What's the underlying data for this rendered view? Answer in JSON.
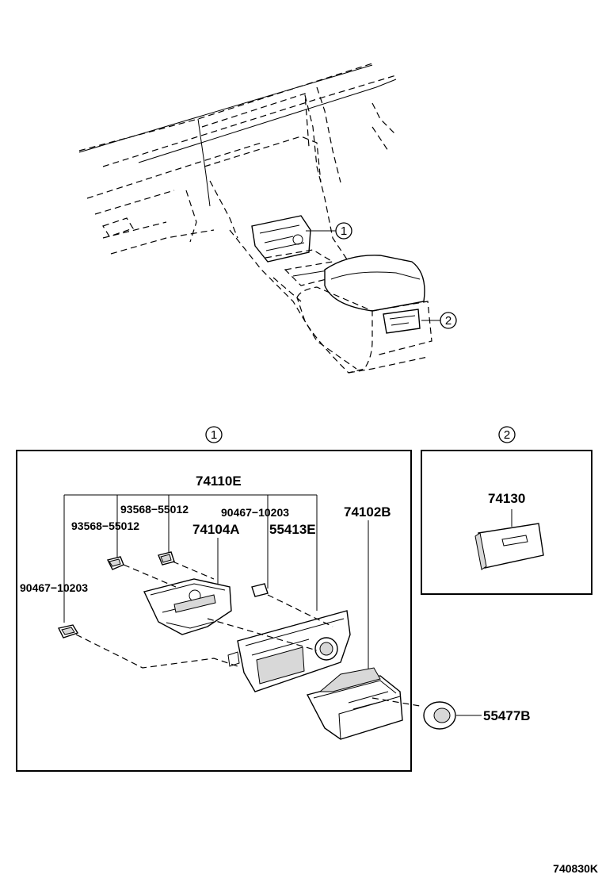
{
  "callouts": {
    "one": "1",
    "two": "2"
  },
  "box1": {
    "labels": {
      "p74110E": "74110E",
      "p93568_upper": "93568−55012",
      "p93568_lower": "93568−55012",
      "p90467_upper": "90467−10203",
      "p74102B": "74102B",
      "p74104A": "74104A",
      "p55413E": "55413E",
      "p90467_left": "90467−10203"
    }
  },
  "box2": {
    "labels": {
      "p74130": "74130"
    }
  },
  "outside": {
    "p55477B": "55477B"
  },
  "figure_code": "740830K"
}
